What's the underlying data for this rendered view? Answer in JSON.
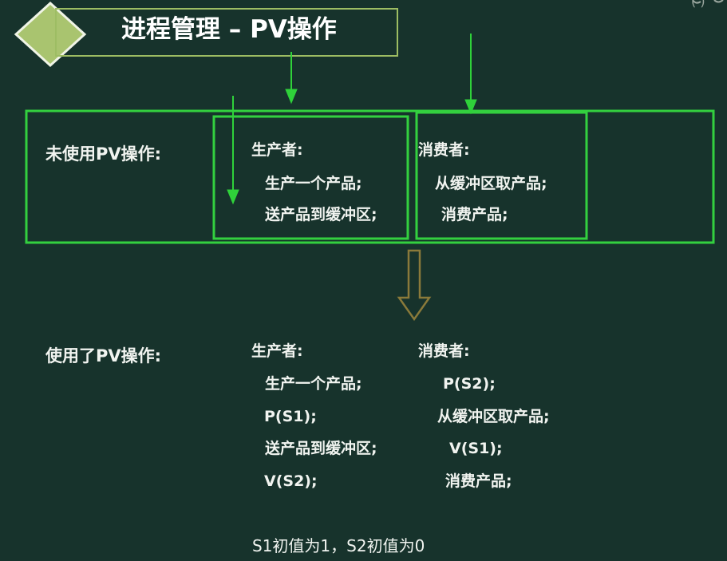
{
  "slide": {
    "title": "进程管理 – PV操作",
    "partial_corner_text": "(  )"
  },
  "without_pv": {
    "label": "未使用PV操作:",
    "producer": {
      "header": "生产者:",
      "lines": [
        "生产一个产品;",
        "送产品到缓冲区;"
      ]
    },
    "consumer": {
      "header": "消费者:",
      "lines": [
        "从缓冲区取产品;",
        "消费产品;"
      ]
    }
  },
  "with_pv": {
    "label": "使用了PV操作:",
    "producer": {
      "header": "生产者:",
      "lines": [
        "生产一个产品;",
        "P(S1);",
        "送产品到缓冲区;",
        "V(S2);"
      ]
    },
    "consumer": {
      "header": "消费者:",
      "lines": [
        "P(S2);",
        "从缓冲区取产品;",
        "V(S1);",
        "消费产品;"
      ]
    }
  },
  "footnote": "S1初值为1，S2初值为0",
  "colors": {
    "background": "#17332c",
    "frame_green": "#33d03f",
    "arrow_green": "#2fd23a",
    "diamond_fill": "#a9c46f",
    "title_border": "#9dbd63",
    "down_arrow_outline": "#8a7a3a"
  }
}
